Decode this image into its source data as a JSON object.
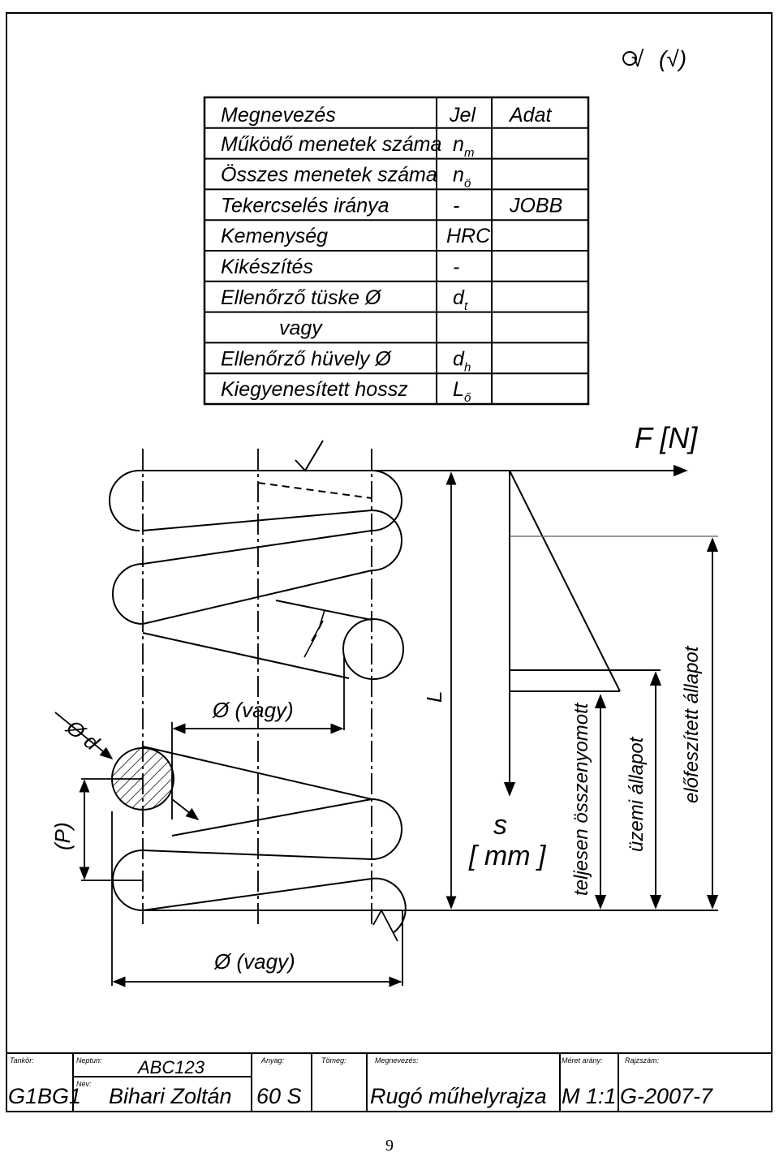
{
  "surface_marks": {
    "main": "√",
    "alternate": "(√)"
  },
  "spec_table": {
    "headers": {
      "name": "Megnevezés",
      "symbol": "Jel",
      "value": "Adat"
    },
    "rows": [
      {
        "name": "Működő menetek száma",
        "symbol": "n",
        "sub": "m",
        "value": ""
      },
      {
        "name": "Összes menetek száma",
        "symbol": "n",
        "sub": "ö",
        "value": ""
      },
      {
        "name": "Tekercselés iránya",
        "symbol": "-",
        "sub": "",
        "value": "JOBB"
      },
      {
        "name": "Kemenység",
        "symbol": "HRC",
        "sub": "",
        "value": ""
      },
      {
        "name": "Kikészítés",
        "symbol": "-",
        "sub": "",
        "value": ""
      },
      {
        "name": "Ellenőrző tüske  Ø",
        "symbol": "d",
        "sub": "t",
        "value": ""
      },
      {
        "name": "vagy",
        "symbol": "",
        "sub": "",
        "value": ""
      },
      {
        "name": "Ellenőrző hüvely  Ø",
        "symbol": "d",
        "sub": "h",
        "value": ""
      },
      {
        "name": "Kiegyenesített hossz",
        "symbol": "L",
        "sub": "ő",
        "value": ""
      }
    ]
  },
  "drawing": {
    "force_axis": "F [N]",
    "travel_axis_top": "s",
    "travel_axis_bottom": "[ mm ]",
    "length": "L",
    "wire_dia": "Ø d",
    "pitch": "(P)",
    "inner_dia": "Ø  (vagy)",
    "outer_dia": "Ø  (vagy)",
    "states": [
      "teljesen összenyomott",
      "üzemi állapot",
      "előfeszített állapot"
    ]
  },
  "title_block": {
    "labels": {
      "group": "Tankör:",
      "neptun": "Neptun:",
      "name": "Név:",
      "material": "Anyag:",
      "mass": "Tömeg:",
      "title": "Megnevezés:",
      "scale": "Méret arány:",
      "drawing_no": "Rajzszám:"
    },
    "values": {
      "group": "G1BG1",
      "neptun": "ABC123",
      "name": "Bihari Zoltán",
      "material": "60 S",
      "mass": "",
      "title": "Rugó műhelyrajza",
      "scale": "M 1:1",
      "drawing_no": "G-2007-7"
    }
  },
  "page_number": "9"
}
